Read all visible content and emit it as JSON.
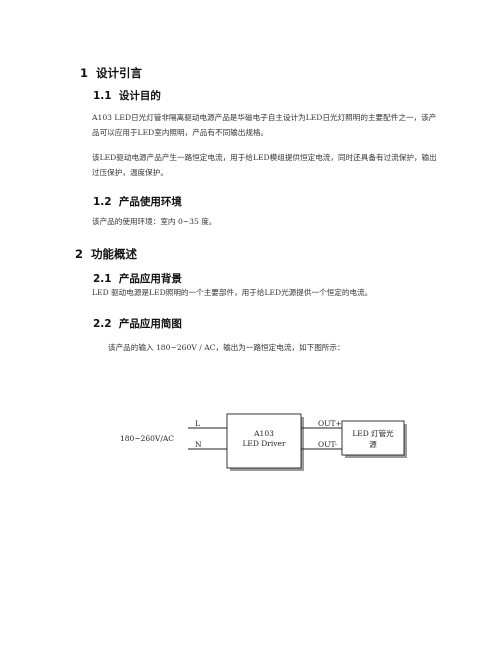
{
  "sections": [
    {
      "num": "1",
      "title": "设计引言",
      "subs": [
        {
          "num": "1.1",
          "title": "设计目的",
          "paras": [
            "A103 LED日光灯管非隔离驱动电源产品是华磁电子自主设计为LED日光灯照明的主要配件之一，该产品可以应用于LED室内照明，产品有不同输出规格。",
            "该LED驱动电源产品产生一路恒定电流，用于给LED模组提供恒定电流，同时还具备有过流保护，输出过压保护，温度保护。"
          ]
        },
        {
          "num": "1.2",
          "title": "产品使用环境",
          "paras": [
            "该产品的使用环境：室内 0~35 度。"
          ]
        }
      ]
    },
    {
      "num": "2",
      "title": "功能概述",
      "subs": [
        {
          "num": "2.1",
          "title": "产品应用背景",
          "paras": [
            "LED 驱动电源是LED照明的一个主要部件，用于给LED光源提供一个恒定的电流。"
          ]
        },
        {
          "num": "2.2",
          "title": "产品应用简图",
          "paras": [
            "该产品的输入 180~260V / AC，输出为一路恒定电流，如下图所示："
          ]
        }
      ]
    }
  ],
  "diagram": {
    "input_label": "180~260V/AC",
    "line_l": "L",
    "line_n": "N",
    "driver_name": "A103",
    "driver_subtitle": "LED Driver",
    "out_plus": "OUT+",
    "out_minus": "OUT-",
    "load_line1": "LED 灯管光",
    "load_line2": "源"
  }
}
